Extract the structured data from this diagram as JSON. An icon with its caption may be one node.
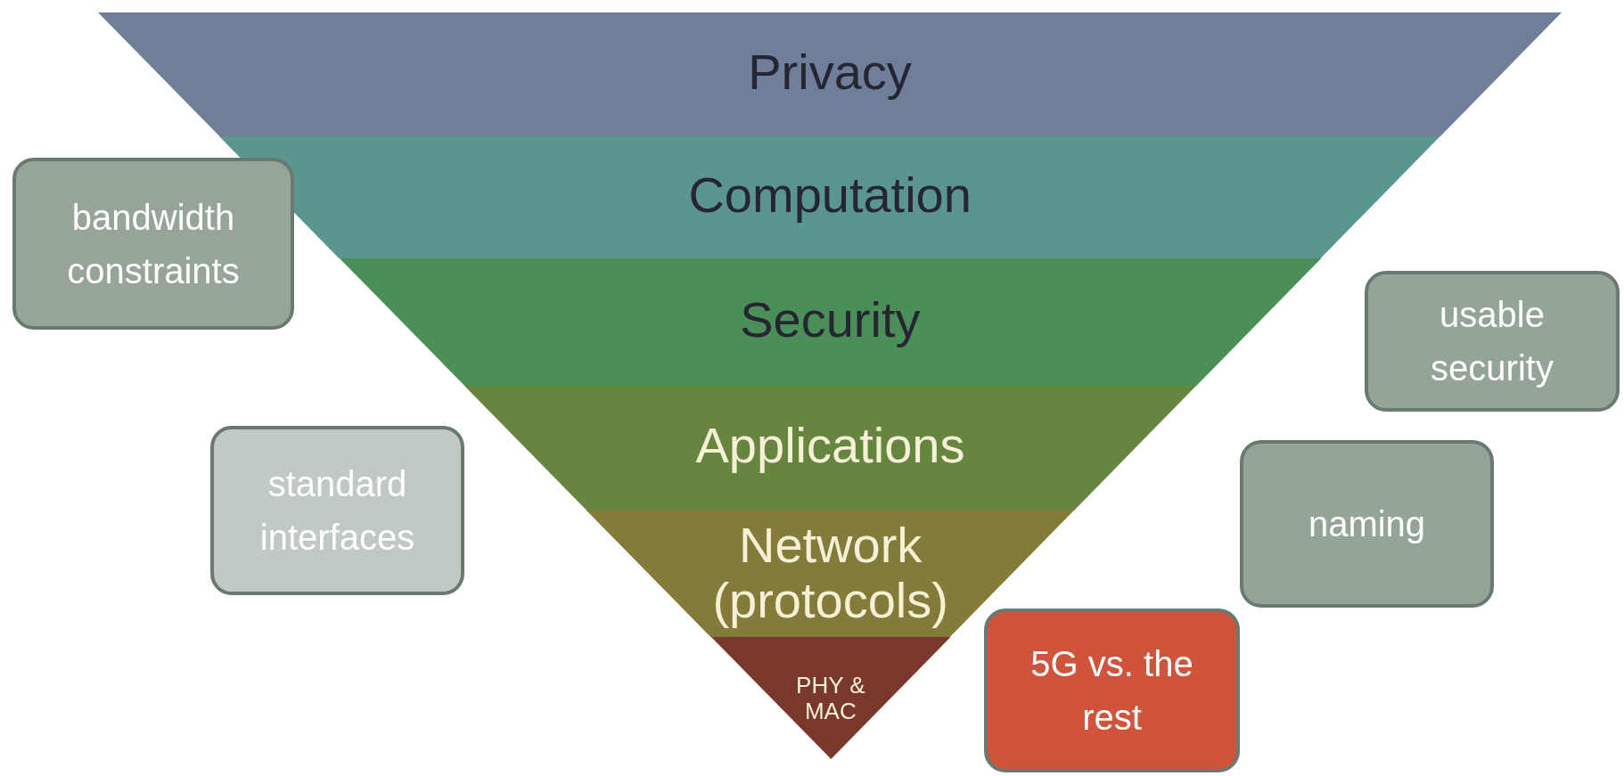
{
  "diagram": {
    "nodes": [
      {
        "text": [
          "Privacy"
        ]
      },
      {
        "text": [
          "Computation"
        ]
      },
      {
        "text": [
          "bandwidth constraints"
        ]
      },
      {
        "text": [
          "Security"
        ]
      },
      {
        "text": [
          "usable security"
        ]
      },
      {
        "text": [
          "Applications"
        ]
      },
      {
        "text": [
          "standard interfaces"
        ]
      },
      {
        "text": [
          "naming"
        ]
      },
      {
        "text": [
          "Network (protocols)"
        ]
      },
      {
        "text": [
          "PHY & MAC"
        ]
      },
      {
        "text": [
          "5G vs. the rest"
        ]
      }
    ]
  }
}
